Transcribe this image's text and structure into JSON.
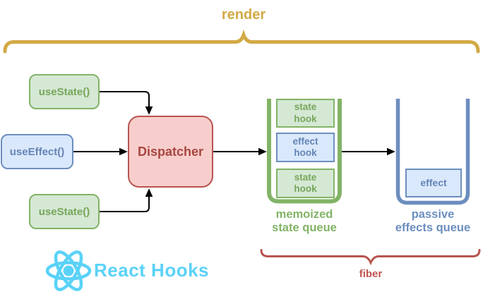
{
  "diagram": {
    "title": "React Hooks",
    "render_label": "render",
    "fiber_label": "fiber",
    "nodes": {
      "use_state_top": "useState()",
      "use_effect": "useEffect()",
      "use_state_bottom": "useState()",
      "dispatcher": "Dispatcher"
    },
    "memoized_queue": {
      "label_line1": "memoized",
      "label_line2": "state queue",
      "items": [
        {
          "kind": "state",
          "line1": "state",
          "line2": "hook"
        },
        {
          "kind": "effect",
          "line1": "effect",
          "line2": "hook"
        },
        {
          "kind": "state",
          "line1": "state",
          "line2": "hook"
        }
      ]
    },
    "passive_queue": {
      "label_line1": "passive",
      "label_line2": "effects queue",
      "items": [
        {
          "kind": "effect",
          "label": "effect"
        }
      ]
    },
    "colors": {
      "green_fill": "#d5e8d4",
      "green_stroke": "#82b366",
      "blue_fill": "#dae8fc",
      "blue_stroke": "#6c8ebf",
      "red_fill": "#f8cecc",
      "red_stroke": "#b85450",
      "gold": "#d2a945",
      "react_cyan": "#5ad2f8",
      "arrow": "#000000"
    }
  }
}
